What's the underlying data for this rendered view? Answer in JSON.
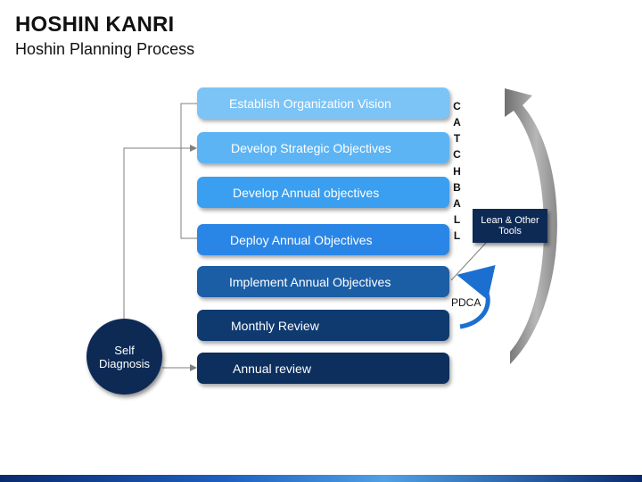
{
  "header": {
    "title": "HOSHIN KANRI",
    "subtitle": "Hoshin Planning Process"
  },
  "steps": [
    {
      "label": "Establish Organization Vision",
      "color": "#7cc4f6"
    },
    {
      "label": "Develop Strategic Objectives",
      "color": "#5cb4f4"
    },
    {
      "label": "Develop Annual objectives",
      "color": "#3a9ff0"
    },
    {
      "label": "Deploy Annual Objectives",
      "color": "#2a86e6"
    },
    {
      "label": "Implement Annual Objectives",
      "color": "#1b5ea6"
    },
    {
      "label": "Monthly Review",
      "color": "#0f3a70"
    },
    {
      "label": "Annual review",
      "color": "#0c2f5e"
    }
  ],
  "catchball": [
    "C",
    "A",
    "T",
    "C",
    "H",
    "B",
    "A",
    "L",
    "L"
  ],
  "lean_tools": {
    "line1": "Lean & Other",
    "line2": "Tools"
  },
  "pdca_label": "PDCA",
  "self_diagnosis": {
    "line1": "Self",
    "line2": "Diagnosis"
  },
  "colors": {
    "dark_navy": "#0d2a55",
    "arrow_blue": "#1b6fd1",
    "big_arrow_gray": "#7a7a7a"
  }
}
